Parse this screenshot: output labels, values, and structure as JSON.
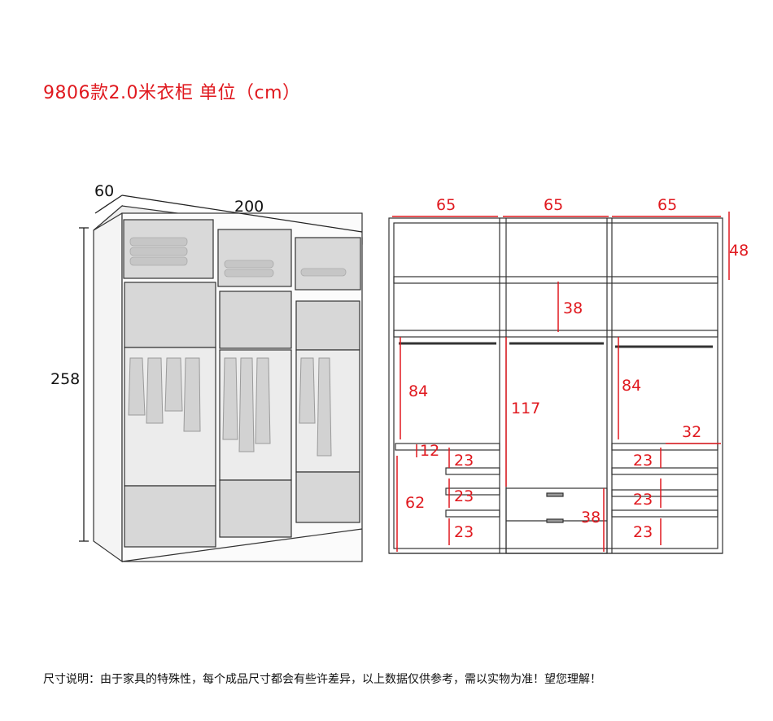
{
  "title": "9806款2.0米衣柜 单位（cm）",
  "footer_note": "尺寸说明：由于家具的特殊性，每个成品尺寸都会有些许差异，以上数据仅供参考，需以实物为准！望您理解！",
  "perspective_dims": {
    "depth": "60",
    "width": "200",
    "height": "258"
  },
  "section_widths": [
    "65",
    "65",
    "65"
  ],
  "left_dims": {
    "upper_shelf": "48",
    "hang_left": "84",
    "hang_right": "84",
    "bottom_left_total": "62",
    "short_rail_gap": "12"
  },
  "center_dims": {
    "shelf": "38",
    "hang": "117",
    "drawers": "38"
  },
  "right_dims": {
    "ledge": "32"
  },
  "drawer_dims": {
    "left_a": "23",
    "left_b": "23",
    "left_c": "23",
    "right_a": "23",
    "right_b": "23",
    "right_c": "23"
  },
  "colors": {
    "accent": "#e0191f",
    "line": "#222222",
    "panel": "#dedede"
  }
}
